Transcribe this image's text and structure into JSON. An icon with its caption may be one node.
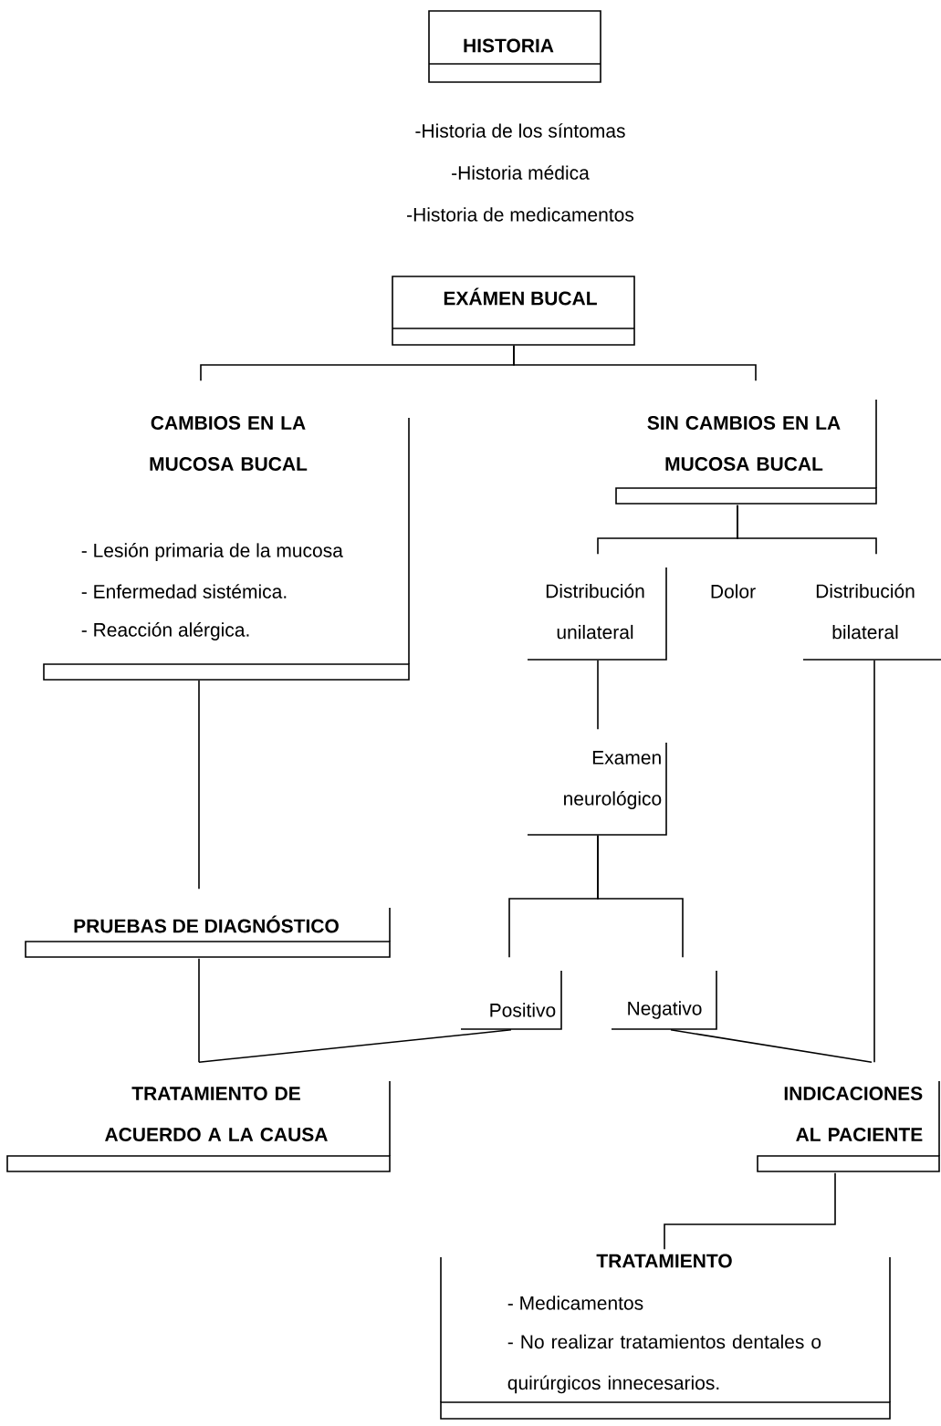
{
  "diagram": {
    "nodes": [
      {
        "text": [
          "HISTORIA"
        ]
      },
      {
        "text": [
          "EXÁMEN BUCAL"
        ]
      },
      {
        "text": [
          "CAMBIOS EN LA MUCOSA BUCAL",
          "- Lesión primaria de la mucosa",
          "- Enfermedad sistémica.",
          "- Reacción alérgica."
        ]
      },
      {
        "text": [
          "SIN CAMBIOS EN LA MUCOSA BUCAL"
        ]
      },
      {
        "text": [
          "Distribución unilateral"
        ]
      },
      {
        "text": [
          "Distribución bilateral"
        ]
      },
      {
        "text": [
          "Examen neurológico"
        ]
      },
      {
        "text": [
          "PRUEBAS DE DIAGNÓSTICO"
        ]
      },
      {
        "text": [
          "Positivo"
        ]
      },
      {
        "text": [
          "Negativo"
        ]
      },
      {
        "text": [
          "TRATAMIENTO DE ACUERDO A LA CAUSA"
        ]
      },
      {
        "text": [
          "INDICACIONES AL PACIENTE"
        ]
      },
      {
        "text": [
          "TRATAMIENTO",
          "- Medicamentos",
          "- No realizar tratamientos dentales o quirúrgicos innecesarios."
        ]
      }
    ],
    "edges": [
      {
        "from": 1,
        "to": 2,
        "arrow": "none"
      },
      {
        "from": 1,
        "to": 3,
        "arrow": "none"
      },
      {
        "from": 3,
        "to": 4,
        "arrow": "none"
      },
      {
        "from": 3,
        "to": 5,
        "arrow": "none"
      },
      {
        "from": 4,
        "to": 6,
        "arrow": "none"
      },
      {
        "from": 6,
        "to": 8,
        "arrow": "none"
      },
      {
        "from": 6,
        "to": 9,
        "arrow": "none"
      },
      {
        "from": 2,
        "to": 7,
        "arrow": "none"
      },
      {
        "from": 7,
        "to": 10,
        "arrow": "none"
      },
      {
        "from": 8,
        "to": 10,
        "arrow": "none"
      },
      {
        "from": 9,
        "to": 11,
        "arrow": "none"
      },
      {
        "from": 5,
        "to": 11,
        "arrow": "none"
      },
      {
        "from": 11,
        "to": 12,
        "arrow": "none"
      }
    ],
    "labels": [
      "-Historia de los síntomas",
      "-Historia médica",
      "-Historia de medicamentos",
      "Dolor"
    ]
  }
}
